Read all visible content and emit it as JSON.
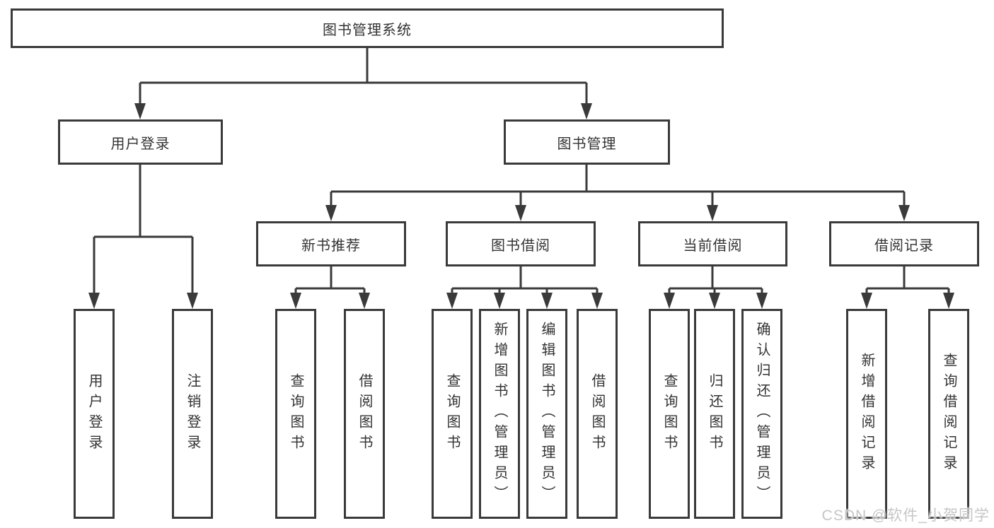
{
  "tree": {
    "label": "图书管理系统",
    "children": [
      {
        "label": "用户登录",
        "children": [
          {
            "label": "用户登录"
          },
          {
            "label": "注销登录"
          }
        ]
      },
      {
        "label": "图书管理",
        "children": [
          {
            "label": "新书推荐",
            "children": [
              {
                "label": "查询图书"
              },
              {
                "label": "借阅图书"
              }
            ]
          },
          {
            "label": "图书借阅",
            "children": [
              {
                "label": "查询图书"
              },
              {
                "label": "新增图书（管理员）"
              },
              {
                "label": "编辑图书（管理员）"
              },
              {
                "label": "借阅图书"
              }
            ]
          },
          {
            "label": "当前借阅",
            "children": [
              {
                "label": "查询图书"
              },
              {
                "label": "归还图书"
              },
              {
                "label": "确认归还（管理员）"
              }
            ]
          },
          {
            "label": "借阅记录",
            "children": [
              {
                "label": "新增借阅记录"
              },
              {
                "label": "查询借阅记录"
              }
            ]
          }
        ]
      }
    ]
  },
  "watermark": "CSDN @软件_小贺同学",
  "colors": {
    "line": "#3a3a3a",
    "box_border": "#3a3a3a",
    "text": "#333333",
    "watermark": "#c6c6c6",
    "background": "#ffffff"
  }
}
